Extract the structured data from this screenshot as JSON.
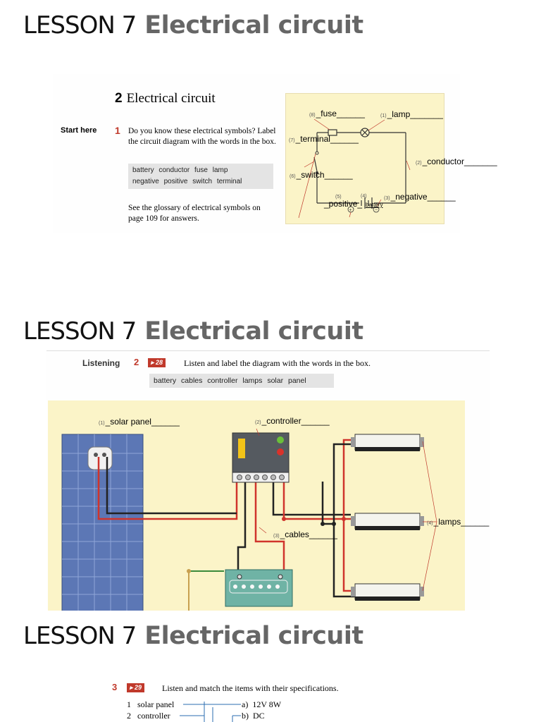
{
  "slides": [
    {
      "lesson": "LESSON 7",
      "title": "Electrical circuit"
    },
    {
      "lesson": "LESSON 7",
      "title": "Electrical circuit"
    },
    {
      "lesson": "LESSON 7",
      "title": "Electrical circuit"
    }
  ],
  "section1": {
    "number": "2",
    "heading": "Electrical circuit",
    "start_here": "Start here",
    "task_number": "1",
    "question": "Do you know these electrical symbols? Label the circuit diagram with the words in the box.",
    "word_box_line1": "battery  conductor  fuse  lamp",
    "word_box_line2": "negative  positive  switch  terminal",
    "glossary_note": "See the glossary of electrical symbols on page 109 for answers.",
    "labels": {
      "fuse": {
        "num": "(8)",
        "text": "_fuse______"
      },
      "lamp": {
        "num": "(1)",
        "text": "_lamp_______"
      },
      "terminal": {
        "num": "(7)",
        "text": "_terminal______"
      },
      "conductor": {
        "num": "(2)",
        "text": "_conductor_______"
      },
      "switch": {
        "num": "(6)",
        "text": "_switch______"
      },
      "negative": {
        "num": "(3)",
        "text": "_negative______"
      },
      "positive": {
        "num": "(5)",
        "text": "_positive_"
      },
      "battery": {
        "num": "(4)",
        "text": "battery"
      }
    }
  },
  "section2": {
    "heading": "Listening",
    "task_number": "2",
    "track": "28",
    "instruction": "Listen and label the diagram with the words in the box.",
    "word_box": "battery  cables  controller  lamps  solar panel",
    "labels": {
      "solar_panel": {
        "num": "(1)",
        "text": "_solar panel______"
      },
      "controller": {
        "num": "(2)",
        "text": "_controller______"
      },
      "cables": {
        "num": "(3)",
        "text": "_cables______"
      },
      "lamps": {
        "num": "(4)",
        "text": "_lamps______"
      }
    }
  },
  "section3": {
    "task_number": "3",
    "track": "29",
    "instruction": "Listen and match the items with their specifications.",
    "rows": [
      {
        "num": "1",
        "item": "solar panel",
        "spec_letter": "a)",
        "spec": "12V 8W"
      },
      {
        "num": "2",
        "item": "controller",
        "spec_letter": "b)",
        "spec": "DC"
      }
    ]
  },
  "colors": {
    "accent_red": "#c0392b",
    "diagram_bg": "#fbf4c8",
    "title_grey": "#666666"
  }
}
